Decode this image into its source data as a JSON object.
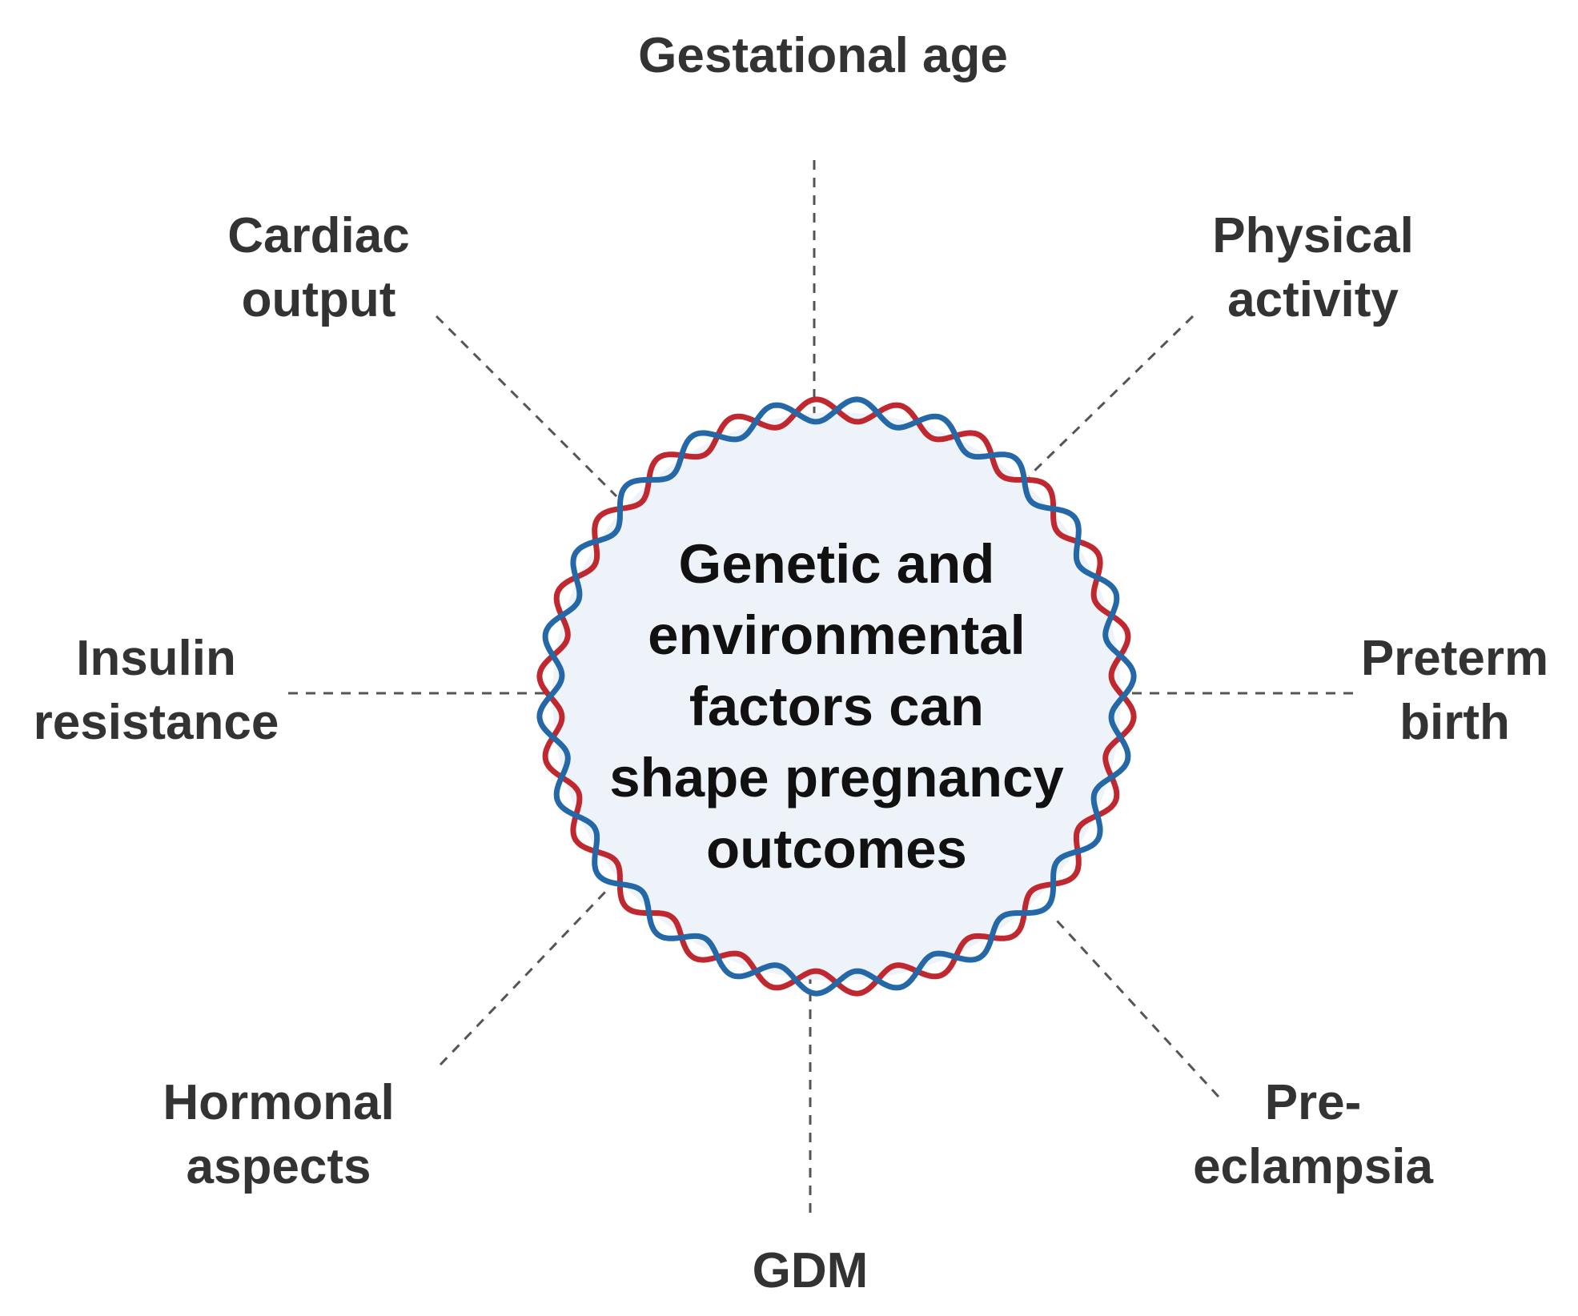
{
  "colors": {
    "circle_fill": "#eef2f9",
    "strand_red": "#c0282f",
    "strand_blue": "#2468a8",
    "connector": "#555555",
    "label_text": "#333333",
    "center_text": "#111111"
  },
  "center": {
    "lines": [
      "Genetic and",
      "environmental",
      "factors can",
      "shape pregnancy",
      "outcomes"
    ]
  },
  "factors": [
    {
      "id": "gestational-age",
      "lines": [
        "Gestational age"
      ]
    },
    {
      "id": "physical-activity",
      "lines": [
        "Physical",
        "activity"
      ]
    },
    {
      "id": "preterm-birth",
      "lines": [
        "Preterm",
        "birth"
      ]
    },
    {
      "id": "pre-eclampsia",
      "lines": [
        "Pre-",
        "eclampsia"
      ]
    },
    {
      "id": "gdm",
      "lines": [
        "GDM"
      ]
    },
    {
      "id": "hormonal-aspects",
      "lines": [
        "Hormonal",
        "aspects"
      ]
    },
    {
      "id": "insulin-resistance",
      "lines": [
        "Insulin",
        "resistance"
      ]
    },
    {
      "id": "cardiac-output",
      "lines": [
        "Cardiac",
        "output"
      ]
    }
  ]
}
